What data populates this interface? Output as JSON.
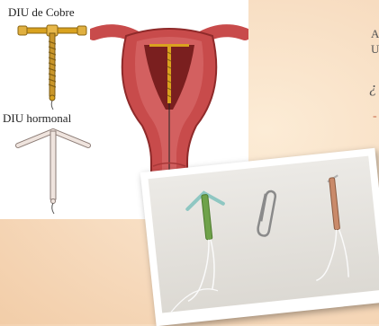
{
  "illustration": {
    "copper_iud_label": "DIU de Cobre",
    "hormonal_iud_label": "DIU hormonal"
  },
  "slide": {
    "text_line_1": "A",
    "text_line_2": "U",
    "question_start": "¿",
    "bullet_1": "-",
    "bullet_2": "-"
  },
  "colors": {
    "copper_frame": "#d9a21f",
    "hormonal_frame": "#e8d8d0",
    "uterus_wall": "#c84b4b",
    "uterus_inner": "#8f2a2a",
    "slide_background": "#f7dcc0",
    "accent": "#c96b4a"
  },
  "icons": [
    "copper-iud-icon",
    "hormonal-iud-icon",
    "uterus-illustration",
    "iud-photo",
    "paperclip-icon"
  ]
}
